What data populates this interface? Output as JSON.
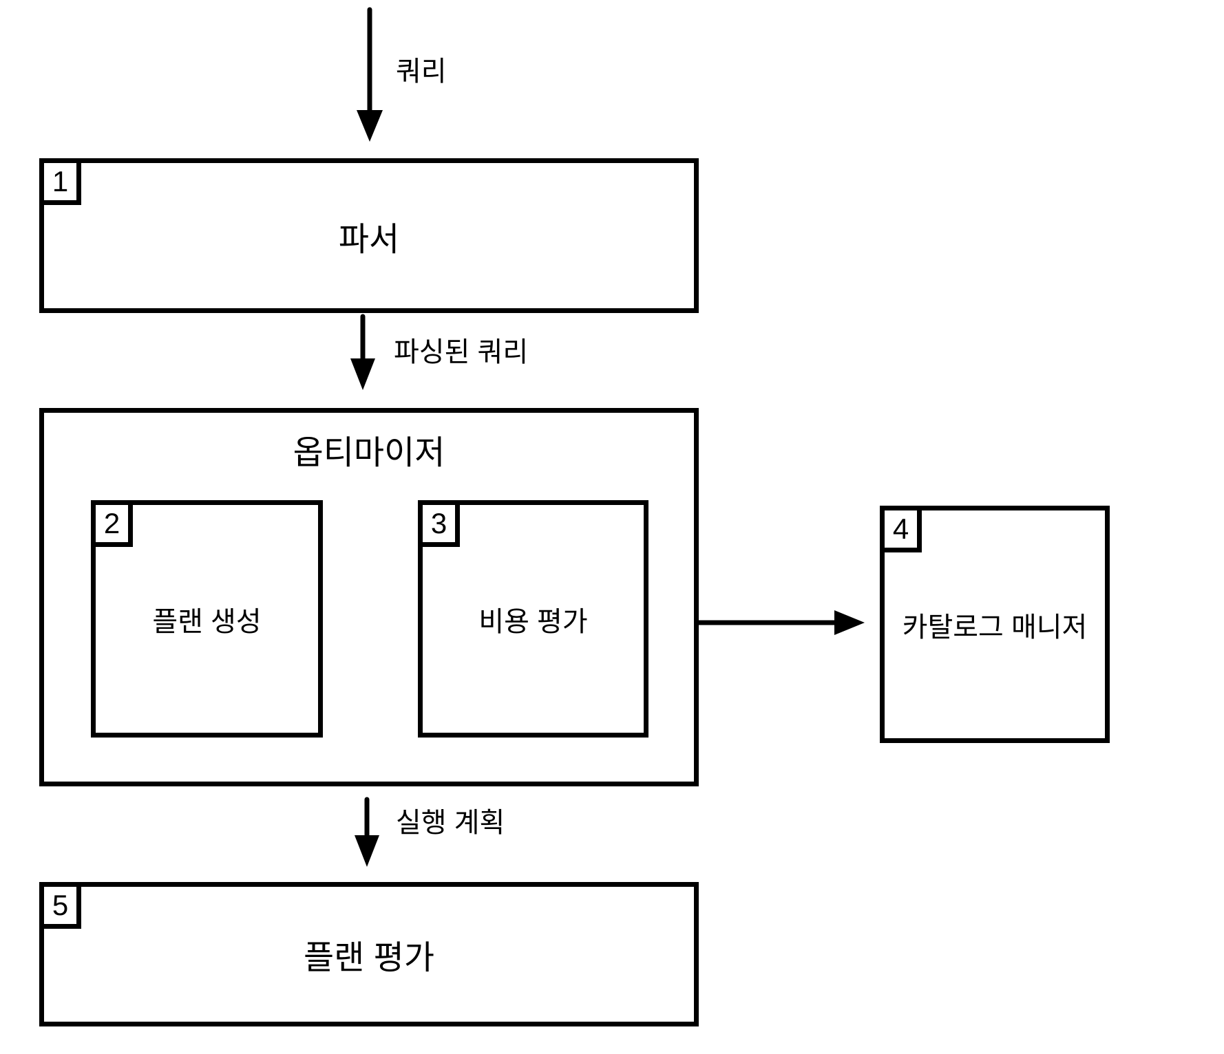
{
  "diagram": {
    "background": "#ffffff",
    "line_color": "#000000",
    "arrow_labels": {
      "query": "쿼리",
      "parsed_query": "파싱된 쿼리",
      "execution_plan": "실행 계획"
    },
    "boxes": {
      "parser": {
        "number": "1",
        "label": "파서"
      },
      "optimizer": {
        "label": "옵티마이저"
      },
      "plan_generation": {
        "number": "2",
        "label": "플랜 생성"
      },
      "cost_evaluation": {
        "number": "3",
        "label": "비용 평가"
      },
      "catalog_manager": {
        "number": "4",
        "label": "카탈로그 매니저"
      },
      "plan_evaluation": {
        "number": "5",
        "label": "플랜 평가"
      }
    }
  }
}
